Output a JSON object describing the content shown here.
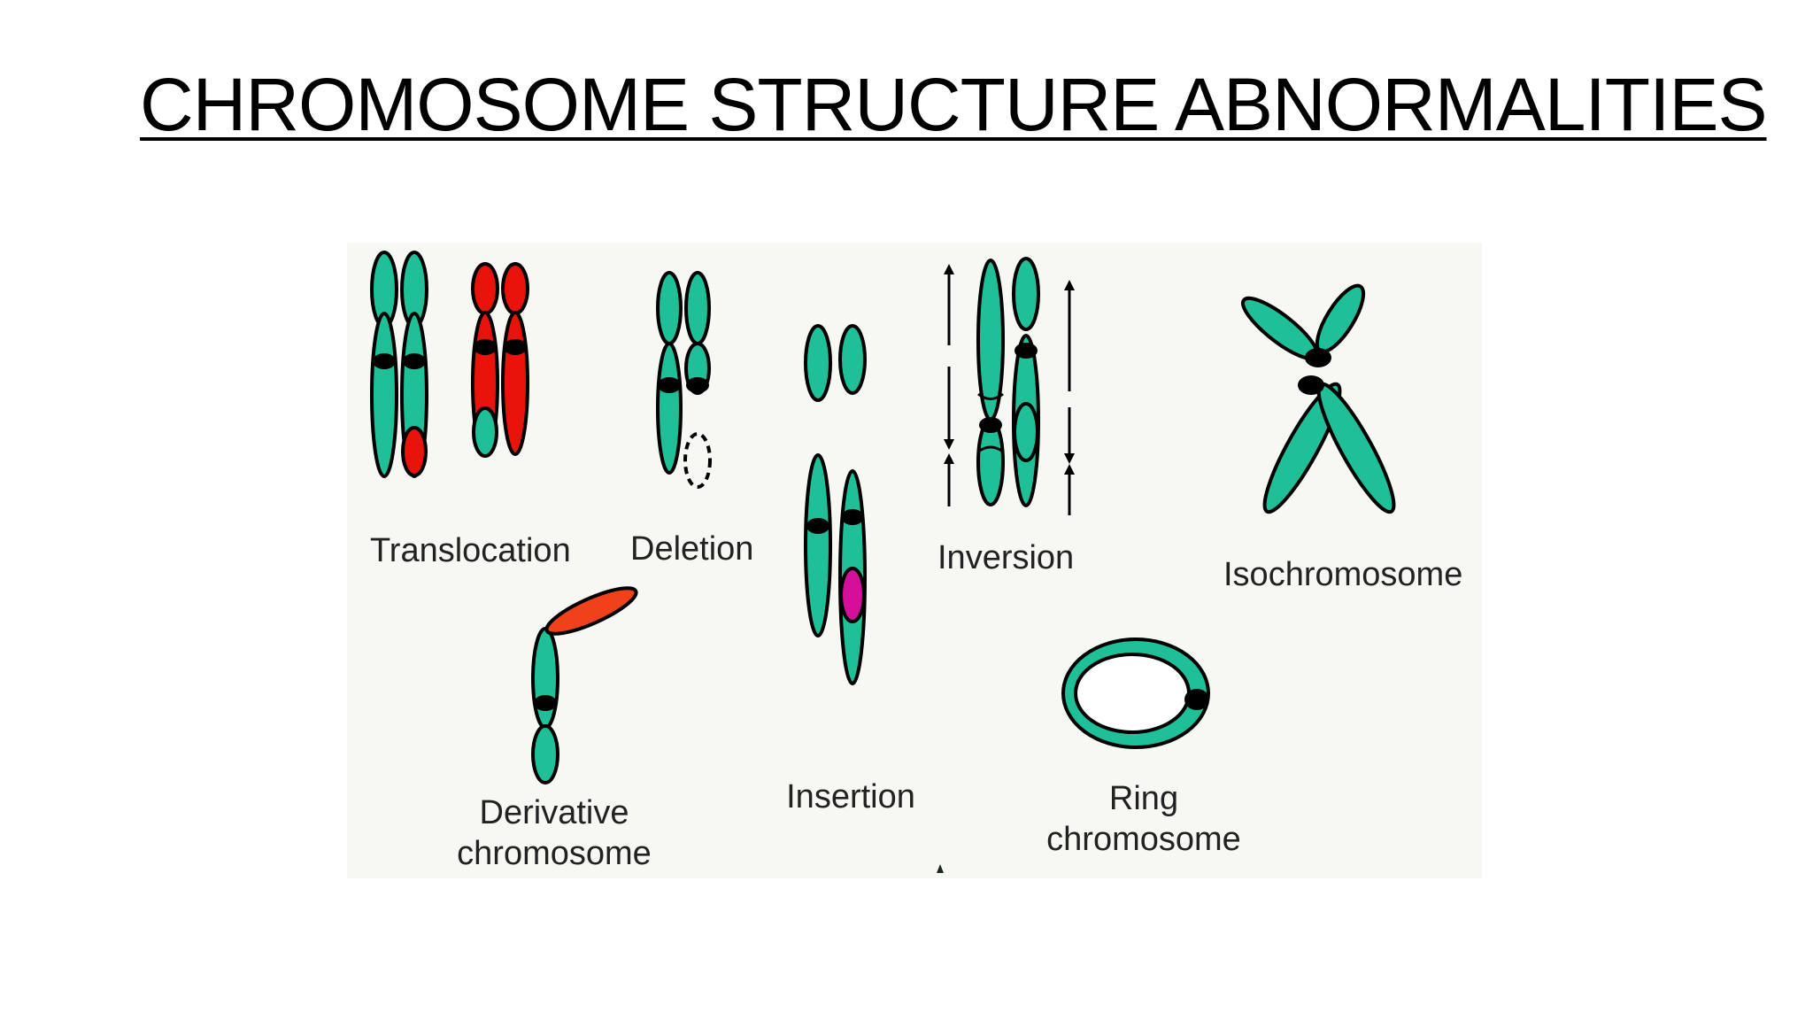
{
  "slide": {
    "title": "CHROMOSOME STRUCTURE ABNORMALITIES"
  },
  "figure": {
    "labels": {
      "translocation": "Translocation",
      "deletion": "Deletion",
      "inversion": "Inversion",
      "isochromosome": "Isochromosome",
      "derivative_line1": "Derivative",
      "derivative_line2": "chromosome",
      "insertion": "Insertion",
      "ring_line1": "Ring",
      "ring_line2": "chromosome"
    }
  },
  "colors": {
    "chromatid": "#1fbf97",
    "translocated": "#e8140c",
    "derivative": "#f0411a",
    "insertion": "#d4109a",
    "centromere": "#000000",
    "figure_background": "#f7f7f4"
  }
}
